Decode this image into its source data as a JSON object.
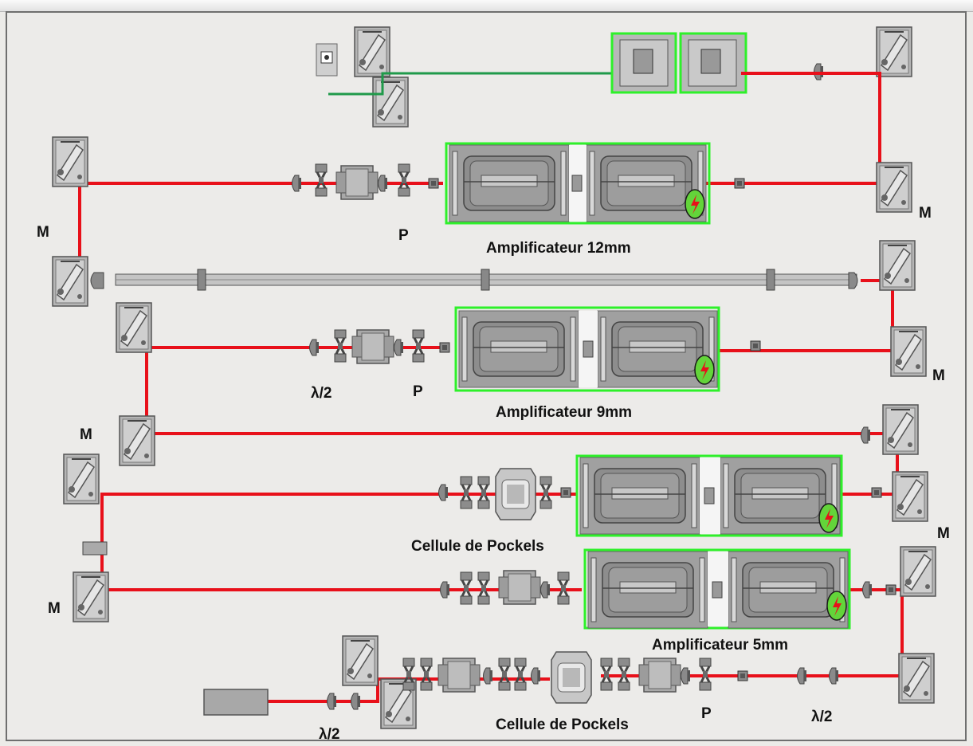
{
  "labels": {
    "amp12": "Amplificateur 12mm",
    "amp9": "Amplificateur 9mm",
    "amp5": "Amplificateur 5mm",
    "pockels1": "Cellule de Pockels",
    "pockels2": "Cellule de Pockels",
    "mirror": "M",
    "polarizer": "P",
    "half_wave": "λ/2"
  },
  "colors": {
    "beam_red": "#e8101a",
    "beam_green": "#1f9a4a",
    "amp_border": "#2ef02a",
    "flash_badge": "#63d43a",
    "component_gray": "#9a9a9a"
  },
  "icons": [
    "mirror-mount-icon",
    "lens-icon",
    "polarizer-icon",
    "amplifier-head-icon",
    "flashlamp-icon",
    "pockels-cell-icon",
    "laser-source-icon"
  ]
}
